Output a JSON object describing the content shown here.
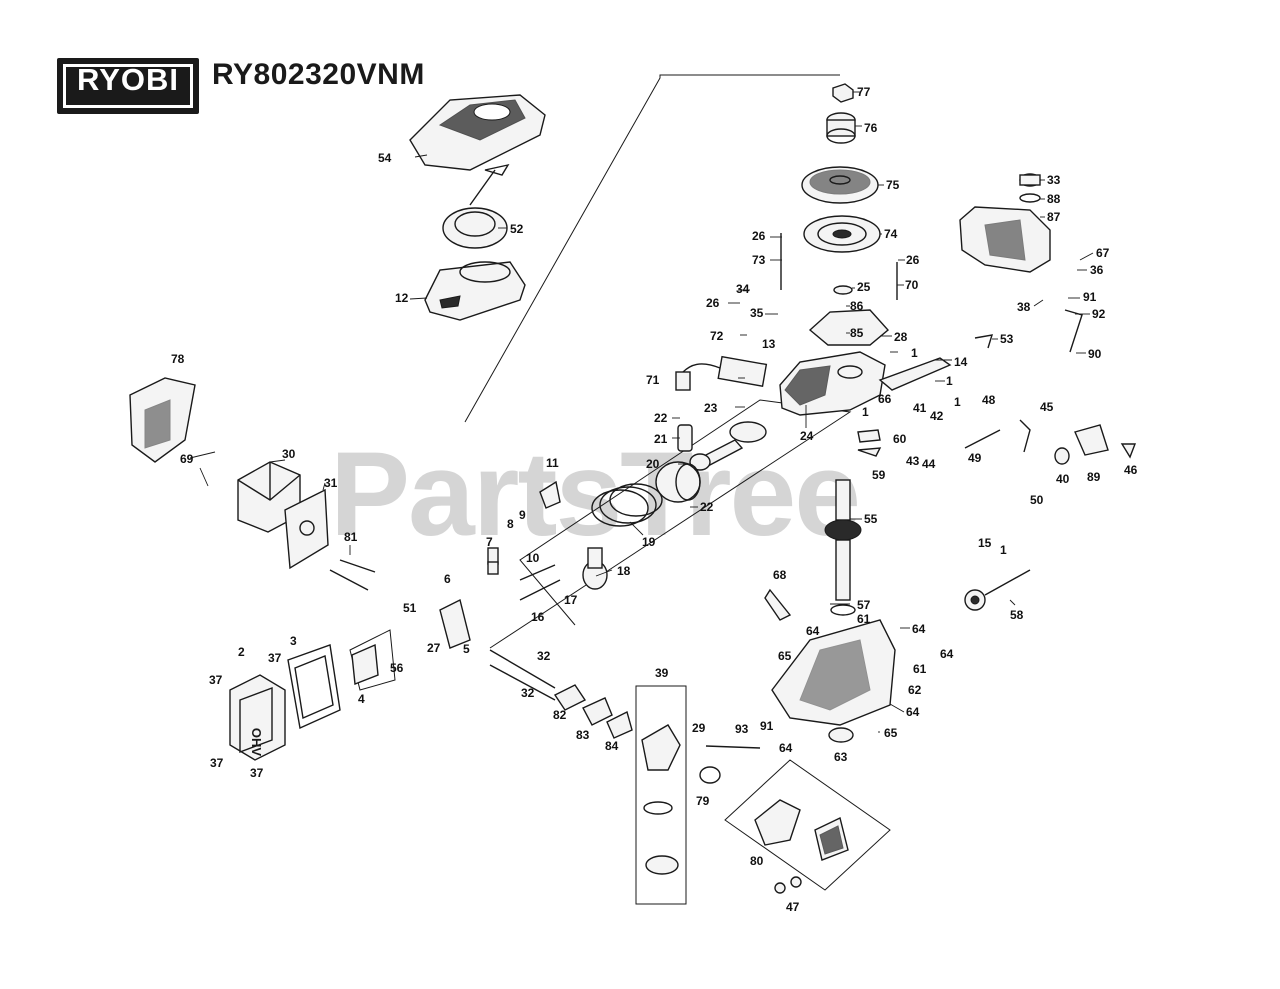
{
  "header": {
    "brand": "RYOBI",
    "model": "RY802320VNM"
  },
  "watermark": "PartsTree",
  "callouts": {
    "c77": "77",
    "c76": "76",
    "c75": "75",
    "c74": "74",
    "c73": "73",
    "c26a": "26",
    "c26b": "26",
    "c26c": "26",
    "c25": "25",
    "c70": "70",
    "c86": "86",
    "c85": "85",
    "c28": "28",
    "c34": "34",
    "c35": "35",
    "c72": "72",
    "c13": "13",
    "c1a": "1",
    "c1b": "1",
    "c1c": "1",
    "c1d": "1",
    "c1e": "1",
    "c14": "14",
    "c71": "71",
    "c23": "23",
    "c24": "24",
    "c22a": "22",
    "c22b": "22",
    "c21": "21",
    "c20": "20",
    "c19": "19",
    "c54": "54",
    "c52": "52",
    "c12": "12",
    "c33": "33",
    "c88": "88",
    "c87": "87",
    "c67": "67",
    "c36": "36",
    "c38": "38",
    "c91a": "91",
    "c92": "92",
    "c90": "90",
    "c53": "53",
    "c66": "66",
    "c41": "41",
    "c42": "42",
    "c60": "60",
    "c43": "43",
    "c44": "44",
    "c59": "59",
    "c48": "48",
    "c45": "45",
    "c49": "49",
    "c40": "40",
    "c89": "89",
    "c46": "46",
    "c50": "50",
    "c55": "55",
    "c78": "78",
    "c30": "30",
    "c69": "69",
    "c31": "31",
    "c81": "81",
    "c11": "11",
    "c9": "9",
    "c8": "8",
    "c7": "7",
    "c10": "10",
    "c6": "6",
    "c5": "5",
    "c18": "18",
    "c17": "17",
    "c16": "16",
    "c15": "15",
    "c58": "58",
    "c68": "68",
    "c57": "57",
    "c61a": "61",
    "c61b": "61",
    "c64a": "64",
    "c64b": "64",
    "c64c": "64",
    "c64d": "64",
    "c64e": "64",
    "c65a": "65",
    "c65b": "65",
    "c62": "62",
    "c63": "63",
    "c51": "51",
    "c27": "27",
    "c56": "56",
    "c4": "4",
    "c3": "3",
    "c2": "2",
    "c37a": "37",
    "c37b": "37",
    "c37c": "37",
    "c37d": "37",
    "c32a": "32",
    "c32b": "32",
    "c82": "82",
    "c83": "83",
    "c84": "84",
    "c39": "39",
    "c29": "29",
    "c93": "93",
    "c91b": "91",
    "c79": "79",
    "c80": "80",
    "c47": "47"
  },
  "engine_cover_text": "OHV",
  "colors": {
    "ink": "#1a1a1a",
    "watermark": "#c8c8c8",
    "logo_bg": "#1a1a1a"
  }
}
